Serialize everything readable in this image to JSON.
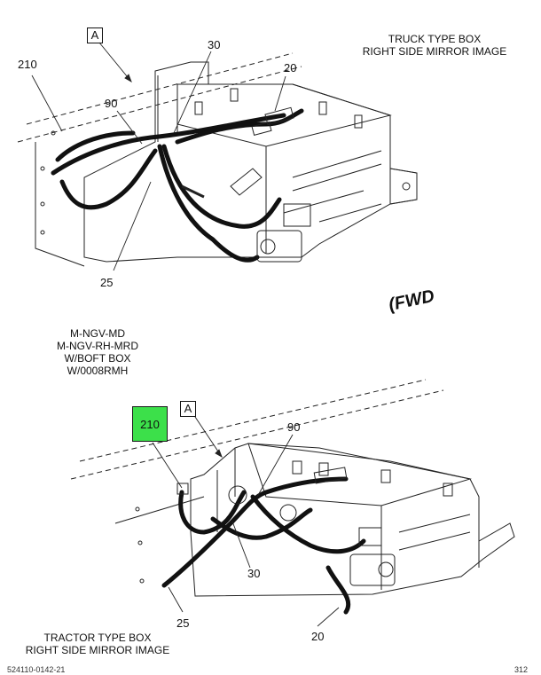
{
  "top_diagram": {
    "box_label": "A",
    "title_line1": "TRUCK TYPE BOX",
    "title_line2": "RIGHT SIDE MIRROR IMAGE",
    "callouts": {
      "c210": "210",
      "c30": "30",
      "c20": "20",
      "c90": "90",
      "c25": "25"
    }
  },
  "fwd_label": "FWD",
  "variant_text": [
    "M-NGV-MD",
    "M-NGV-RH-MRD",
    "W/BOFT BOX",
    "W/0008RMH"
  ],
  "bottom_diagram": {
    "box_label": "A",
    "highlight_callout": "210",
    "highlight_color": "#3ce04a",
    "title_line1": "TRACTOR TYPE BOX",
    "title_line2": "RIGHT SIDE MIRROR IMAGE",
    "callouts": {
      "c90": "90",
      "c30": "30",
      "c25": "25",
      "c20": "20"
    }
  },
  "footer": {
    "left": "524110-0142-21",
    "right": "312"
  }
}
